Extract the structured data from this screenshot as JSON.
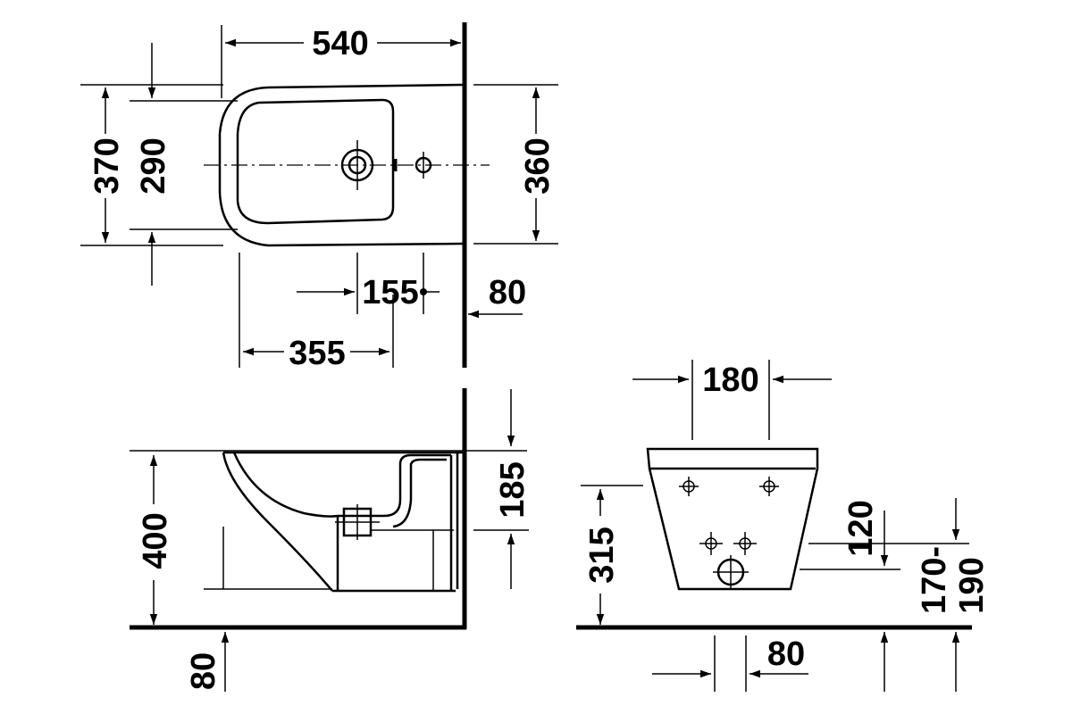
{
  "dimensions": {
    "top_width": "540",
    "top_depth_outer": "370",
    "top_depth_inner": "290",
    "top_depth_right": "360",
    "tap_hole_offset": "155",
    "wall_offset_top": "80",
    "bowl_length": "355",
    "side_height": "400",
    "side_top_drop": "185",
    "side_floor_offset": "80",
    "front_bolt_spacing": "180",
    "front_height": "315",
    "front_waste_height": "120",
    "front_supply_range": "170-\n190",
    "front_supply_range_top": "170-",
    "front_supply_range_bottom": "190",
    "front_floor_offset": "80"
  }
}
